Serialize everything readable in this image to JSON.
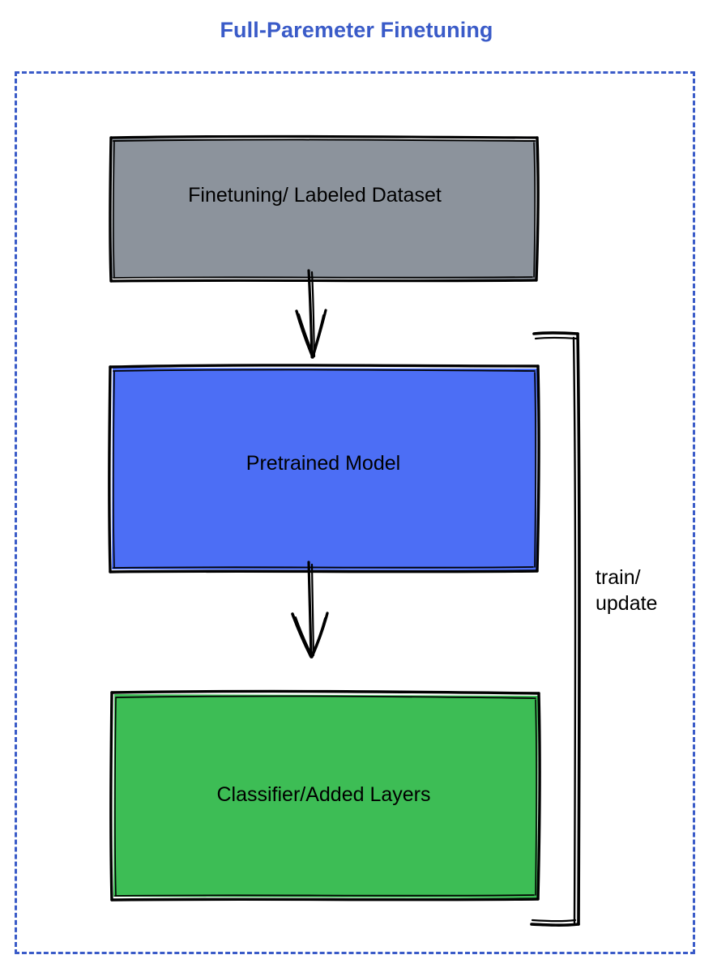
{
  "page": {
    "title": "Full-Paremeter Finetuning",
    "title_color": "#3a5bc8",
    "background": "#ffffff"
  },
  "frame": {
    "style": "dashed",
    "color": "#3a5bc8"
  },
  "diagram": {
    "type": "flowchart",
    "nodes": [
      {
        "id": "dataset",
        "label": "Finetuning/ Labeled Dataset",
        "fill": "#8c939c",
        "stroke": "#000000",
        "shape": "rectangle"
      },
      {
        "id": "pretrained",
        "label": "Pretrained Model",
        "fill": "#4c6ef5",
        "stroke": "#000000",
        "shape": "rectangle"
      },
      {
        "id": "classifier",
        "label": "Classifier/Added Layers",
        "fill": "#3dbd55",
        "stroke": "#000000",
        "shape": "rectangle"
      }
    ],
    "edges": [
      {
        "id": "dataset-to-pretrained",
        "from": "dataset",
        "to": "pretrained",
        "label": "",
        "style": "sketch-arrow-down"
      },
      {
        "id": "pretrained-to-classifier",
        "from": "pretrained",
        "to": "classifier",
        "label": "",
        "style": "sketch-arrow-down"
      },
      {
        "id": "classifier-to-pretrained-loop",
        "from": "classifier",
        "to": "pretrained",
        "label": "train/\nupdate",
        "style": "sketch-bracket-loop"
      }
    ],
    "loop_label_line1": "train/",
    "loop_label_line2": "update"
  }
}
